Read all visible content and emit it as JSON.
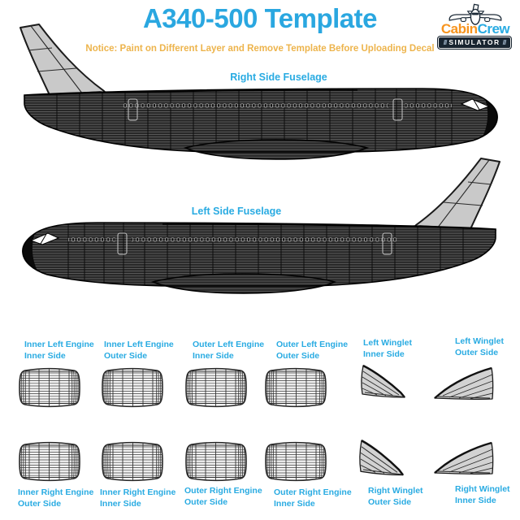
{
  "title": "A340-500 Template",
  "notice": "Notice: Paint on Different Layer and Remove Template Before Uploading Decal",
  "logo": {
    "brand_part1": "Cabin",
    "brand_part2": "Crew",
    "banner": "SIMULATOR",
    "slashes": "///"
  },
  "sections": {
    "right_fuselage_label": "Right Side Fuselage",
    "left_fuselage_label": "Left Side Fuselage"
  },
  "part_labels": {
    "row1": [
      {
        "line1": "Inner Left Engine",
        "line2": "Inner Side"
      },
      {
        "line1": "Inner Left Engine",
        "line2": "Outer Side"
      },
      {
        "line1": "Outer Left Engine",
        "line2": "Inner Side"
      },
      {
        "line1": "Outer Left Engine",
        "line2": "Outer Side"
      },
      {
        "line1": "Left Winglet",
        "line2": "Inner Side"
      },
      {
        "line1": "Left Winglet",
        "line2": "Outer Side"
      }
    ],
    "row2": [
      {
        "line1": "Inner Right Engine",
        "line2": "Outer Side"
      },
      {
        "line1": "Inner Right Engine",
        "line2": "Inner Side"
      },
      {
        "line1": "Outer Right Engine",
        "line2": "Outer Side"
      },
      {
        "line1": "Outer Right Engine",
        "line2": "Inner Side"
      },
      {
        "line1": "Right Winglet",
        "line2": "Outer Side"
      },
      {
        "line1": "Right Winglet",
        "line2": "Inner Side"
      }
    ]
  },
  "colors": {
    "accent_blue": "#29ABE2",
    "notice_gold": "#EDB44C",
    "logo_orange": "#F7941E",
    "banner_navy": "#182430",
    "fuselage_dark": "#202020",
    "fin_gray": "#C9C9C9"
  }
}
